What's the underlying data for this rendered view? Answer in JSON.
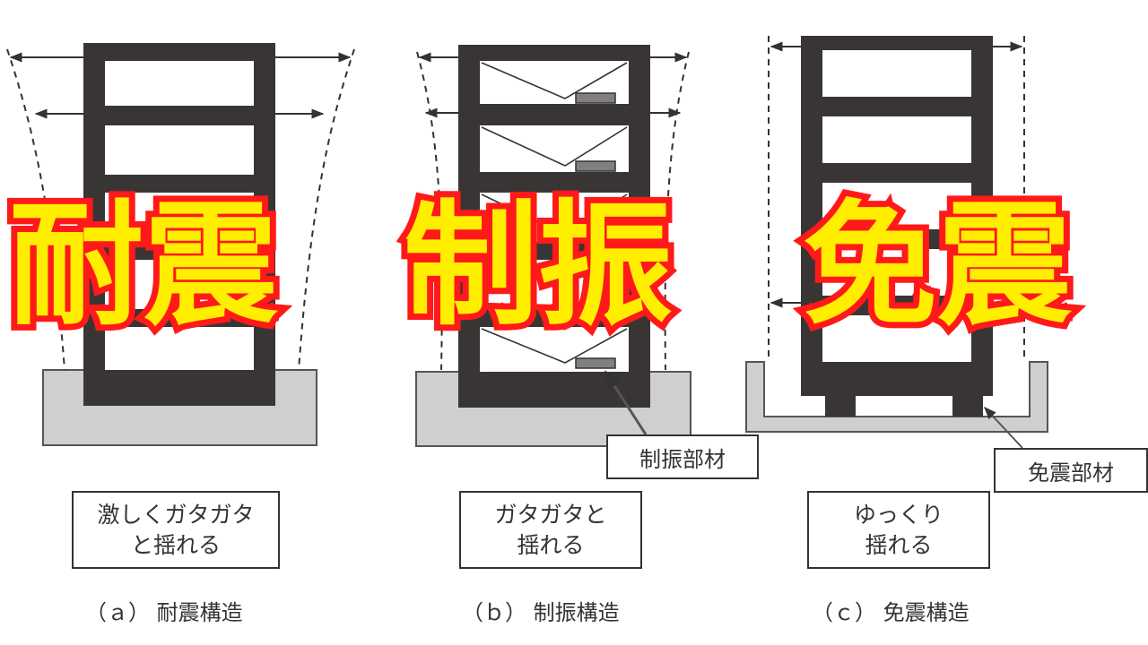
{
  "panels": [
    {
      "caption_label": "（ａ）",
      "caption_title": "耐震構造",
      "box_line1": "激しくガタガタ",
      "box_line2": "と揺れる",
      "overlay": "耐震"
    },
    {
      "caption_label": "（ｂ）",
      "caption_title": "制振構造",
      "box_line1": "ガタガタと",
      "box_line2": "揺れる",
      "overlay": "制振",
      "part_label": "制振部材"
    },
    {
      "caption_label": "（ｃ）",
      "caption_title": "免震構造",
      "box_line1": "ゆっくり",
      "box_line2": "揺れる",
      "overlay": "免震",
      "part_label": "免震部材"
    }
  ],
  "colors": {
    "frame": "#3a3535",
    "ground": "#cfcfcf",
    "damper": "#808080",
    "overlay_fill": "#ffee00",
    "overlay_stroke": "#ff1a1a"
  }
}
